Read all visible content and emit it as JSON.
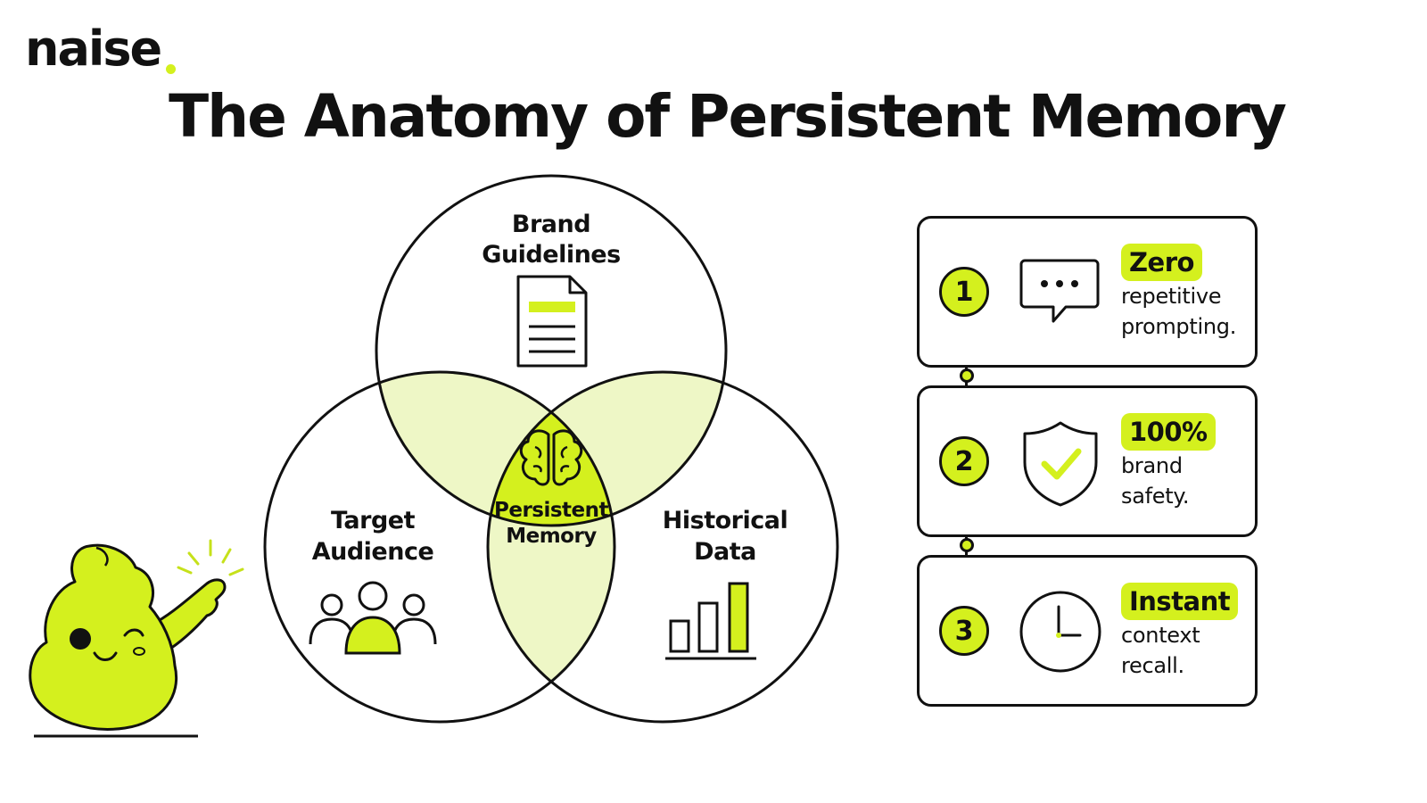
{
  "brand": {
    "name": "naise"
  },
  "title": "The Anatomy of Persistent Memory",
  "colors": {
    "accent": "#d4f01e",
    "accent_light": "#eef7c6",
    "ink": "#111111"
  },
  "venn": {
    "top_label": [
      "Brand",
      "Guidelines"
    ],
    "left_label": [
      "Target",
      "Audience"
    ],
    "right_label": [
      "Historical",
      "Data"
    ],
    "center_label": [
      "Persistent",
      "Memory"
    ],
    "icons": {
      "top": "document-icon",
      "left": "audience-icon",
      "right": "bar-chart-icon",
      "center": "brain-icon"
    }
  },
  "cards": [
    {
      "number": "1",
      "highlight": "Zero",
      "lines": [
        "repetitive",
        "prompting."
      ],
      "icon": "chat-bubble-icon"
    },
    {
      "number": "2",
      "highlight": "100%",
      "lines": [
        "brand",
        "safety."
      ],
      "icon": "shield-check-icon"
    },
    {
      "number": "3",
      "highlight": "Instant",
      "lines": [
        "context",
        "recall."
      ],
      "icon": "clock-icon"
    }
  ],
  "mascot": {
    "icon": "mascot-pointing-icon"
  }
}
